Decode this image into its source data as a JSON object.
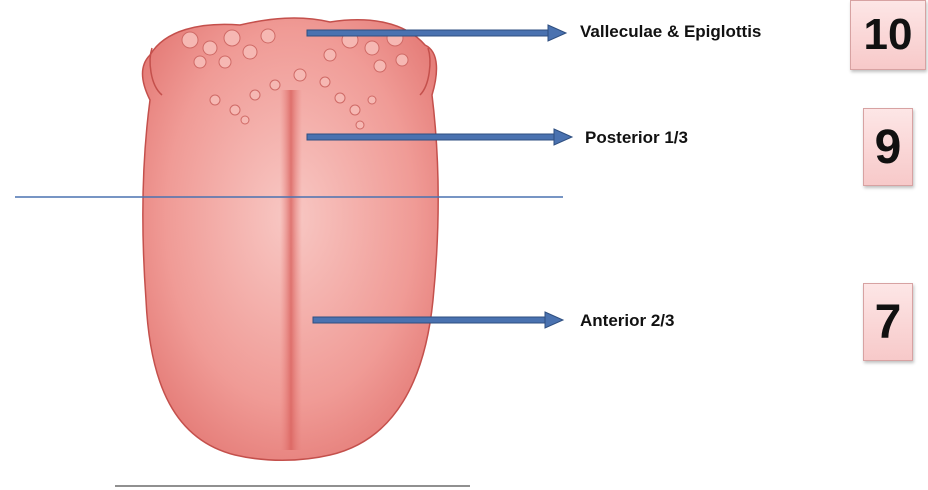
{
  "labels": {
    "valleculae": "Valleculae & Epiglottis",
    "posterior": "Posterior 1/3",
    "anterior": "Anterior 2/3"
  },
  "scores": {
    "valleculae": "10",
    "posterior": "9",
    "anterior": "7"
  },
  "colors": {
    "arrow": "#4a72b0",
    "divider": "#4a72b0",
    "tongue": "#ec8f8a",
    "score_box": "#f9d3d3"
  }
}
